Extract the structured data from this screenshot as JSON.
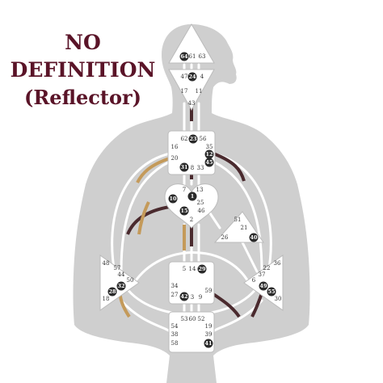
{
  "title": {
    "line1": "NO",
    "line2": "DEFINITION",
    "line3": "(Reflector)"
  },
  "colors": {
    "body": "#cfcfcf",
    "channel": "#ffffff",
    "title": "#5a1428",
    "dark_gate": "#4a2a2e",
    "gold_gate": "#c49a5a",
    "center_fill": "#ffffff"
  },
  "centers": {
    "head": {
      "gates": [
        "64",
        "61",
        "63"
      ],
      "active": [
        "64"
      ]
    },
    "ajna": {
      "gates": [
        "47",
        "24",
        "4",
        "17",
        "11",
        "43"
      ],
      "active": [
        "24"
      ]
    },
    "throat": {
      "gates": [
        "62",
        "23",
        "56",
        "16",
        "35",
        "12",
        "20",
        "45",
        "31",
        "8",
        "33"
      ],
      "active": [
        "23",
        "12",
        "45",
        "31"
      ]
    },
    "g": {
      "gates": [
        "7",
        "1",
        "13",
        "10",
        "25",
        "15",
        "46",
        "2"
      ],
      "active": [
        "1",
        "10",
        "15"
      ]
    },
    "heart": {
      "gates": [
        "51",
        "21",
        "26",
        "40"
      ],
      "active": [
        "40"
      ]
    },
    "spleen": {
      "gates": [
        "48",
        "57",
        "44",
        "50",
        "32",
        "28",
        "18"
      ],
      "active": [
        "32",
        "28"
      ]
    },
    "sacral": {
      "gates": [
        "5",
        "14",
        "29",
        "34",
        "27",
        "42",
        "3",
        "9",
        "59"
      ],
      "active": [
        "29",
        "42"
      ]
    },
    "solar_plexus": {
      "gates": [
        "36",
        "22",
        "37",
        "6",
        "49",
        "55",
        "30"
      ],
      "active": [
        "49",
        "55"
      ]
    },
    "root": {
      "gates": [
        "53",
        "60",
        "52",
        "54",
        "19",
        "38",
        "39",
        "58",
        "41"
      ],
      "active": [
        "41"
      ]
    }
  }
}
